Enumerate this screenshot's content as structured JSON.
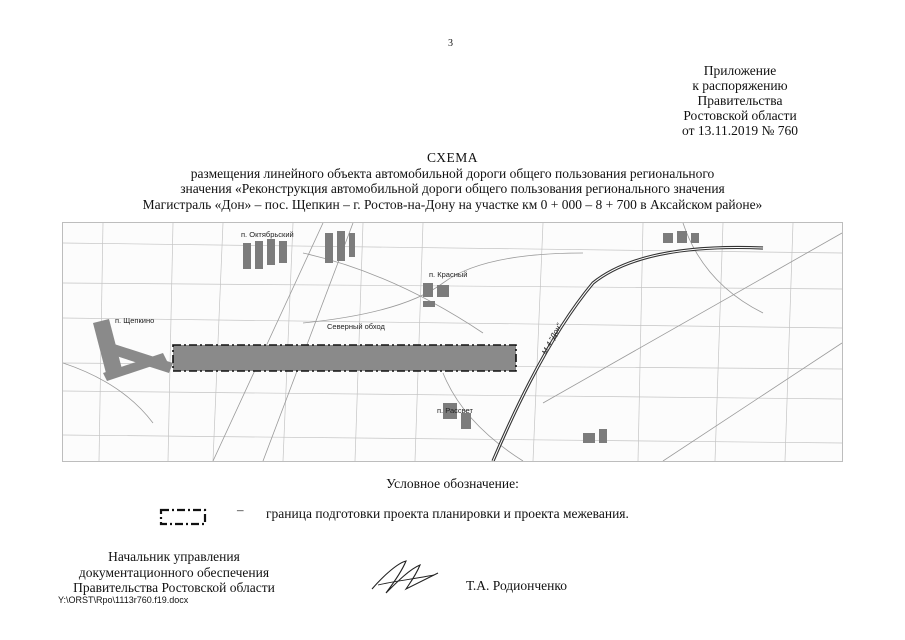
{
  "page_number": "3",
  "appendix": {
    "lines": [
      "Приложение",
      "к распоряжению",
      "Правительства",
      "Ростовской области",
      "от 13.11.2019 № 760"
    ]
  },
  "title": {
    "heading": "СХЕМА",
    "lines": [
      "размещения линейного объекта автомобильной дороги общего пользования регионального",
      "значения «Реконструкция автомобильной дороги общего пользования регионального значения",
      "Магистраль «Дон» – пос. Щепкин – г. Ростов-на-Дону на участке км 0 + 000 – 8 + 700 в Аксайском районе»"
    ]
  },
  "map": {
    "labels": {
      "oktyabrsky": "п. Октябрьский",
      "krasny": "п. Красный",
      "shchepkino": "п. Щепкино",
      "severny_obhod": "Северный обход",
      "rassvet": "п. Рассвет",
      "route": "М-4 \"Дон\""
    },
    "colors": {
      "boundary_fill": "#8a8a8a",
      "road": "#333333",
      "settlement": "#7c7c7c"
    }
  },
  "legend": {
    "title": "Условное обозначение:",
    "dash": "–",
    "text": "граница подготовки проекта планировки и проекта межевания."
  },
  "signatory": {
    "position_lines": [
      "Начальник управления",
      "документационного обеспечения",
      "Правительства Ростовской области"
    ],
    "name": "Т.А. Родионченко"
  },
  "file_path": "Y:\\ORST\\Rpo\\1113r760.f19.docx"
}
